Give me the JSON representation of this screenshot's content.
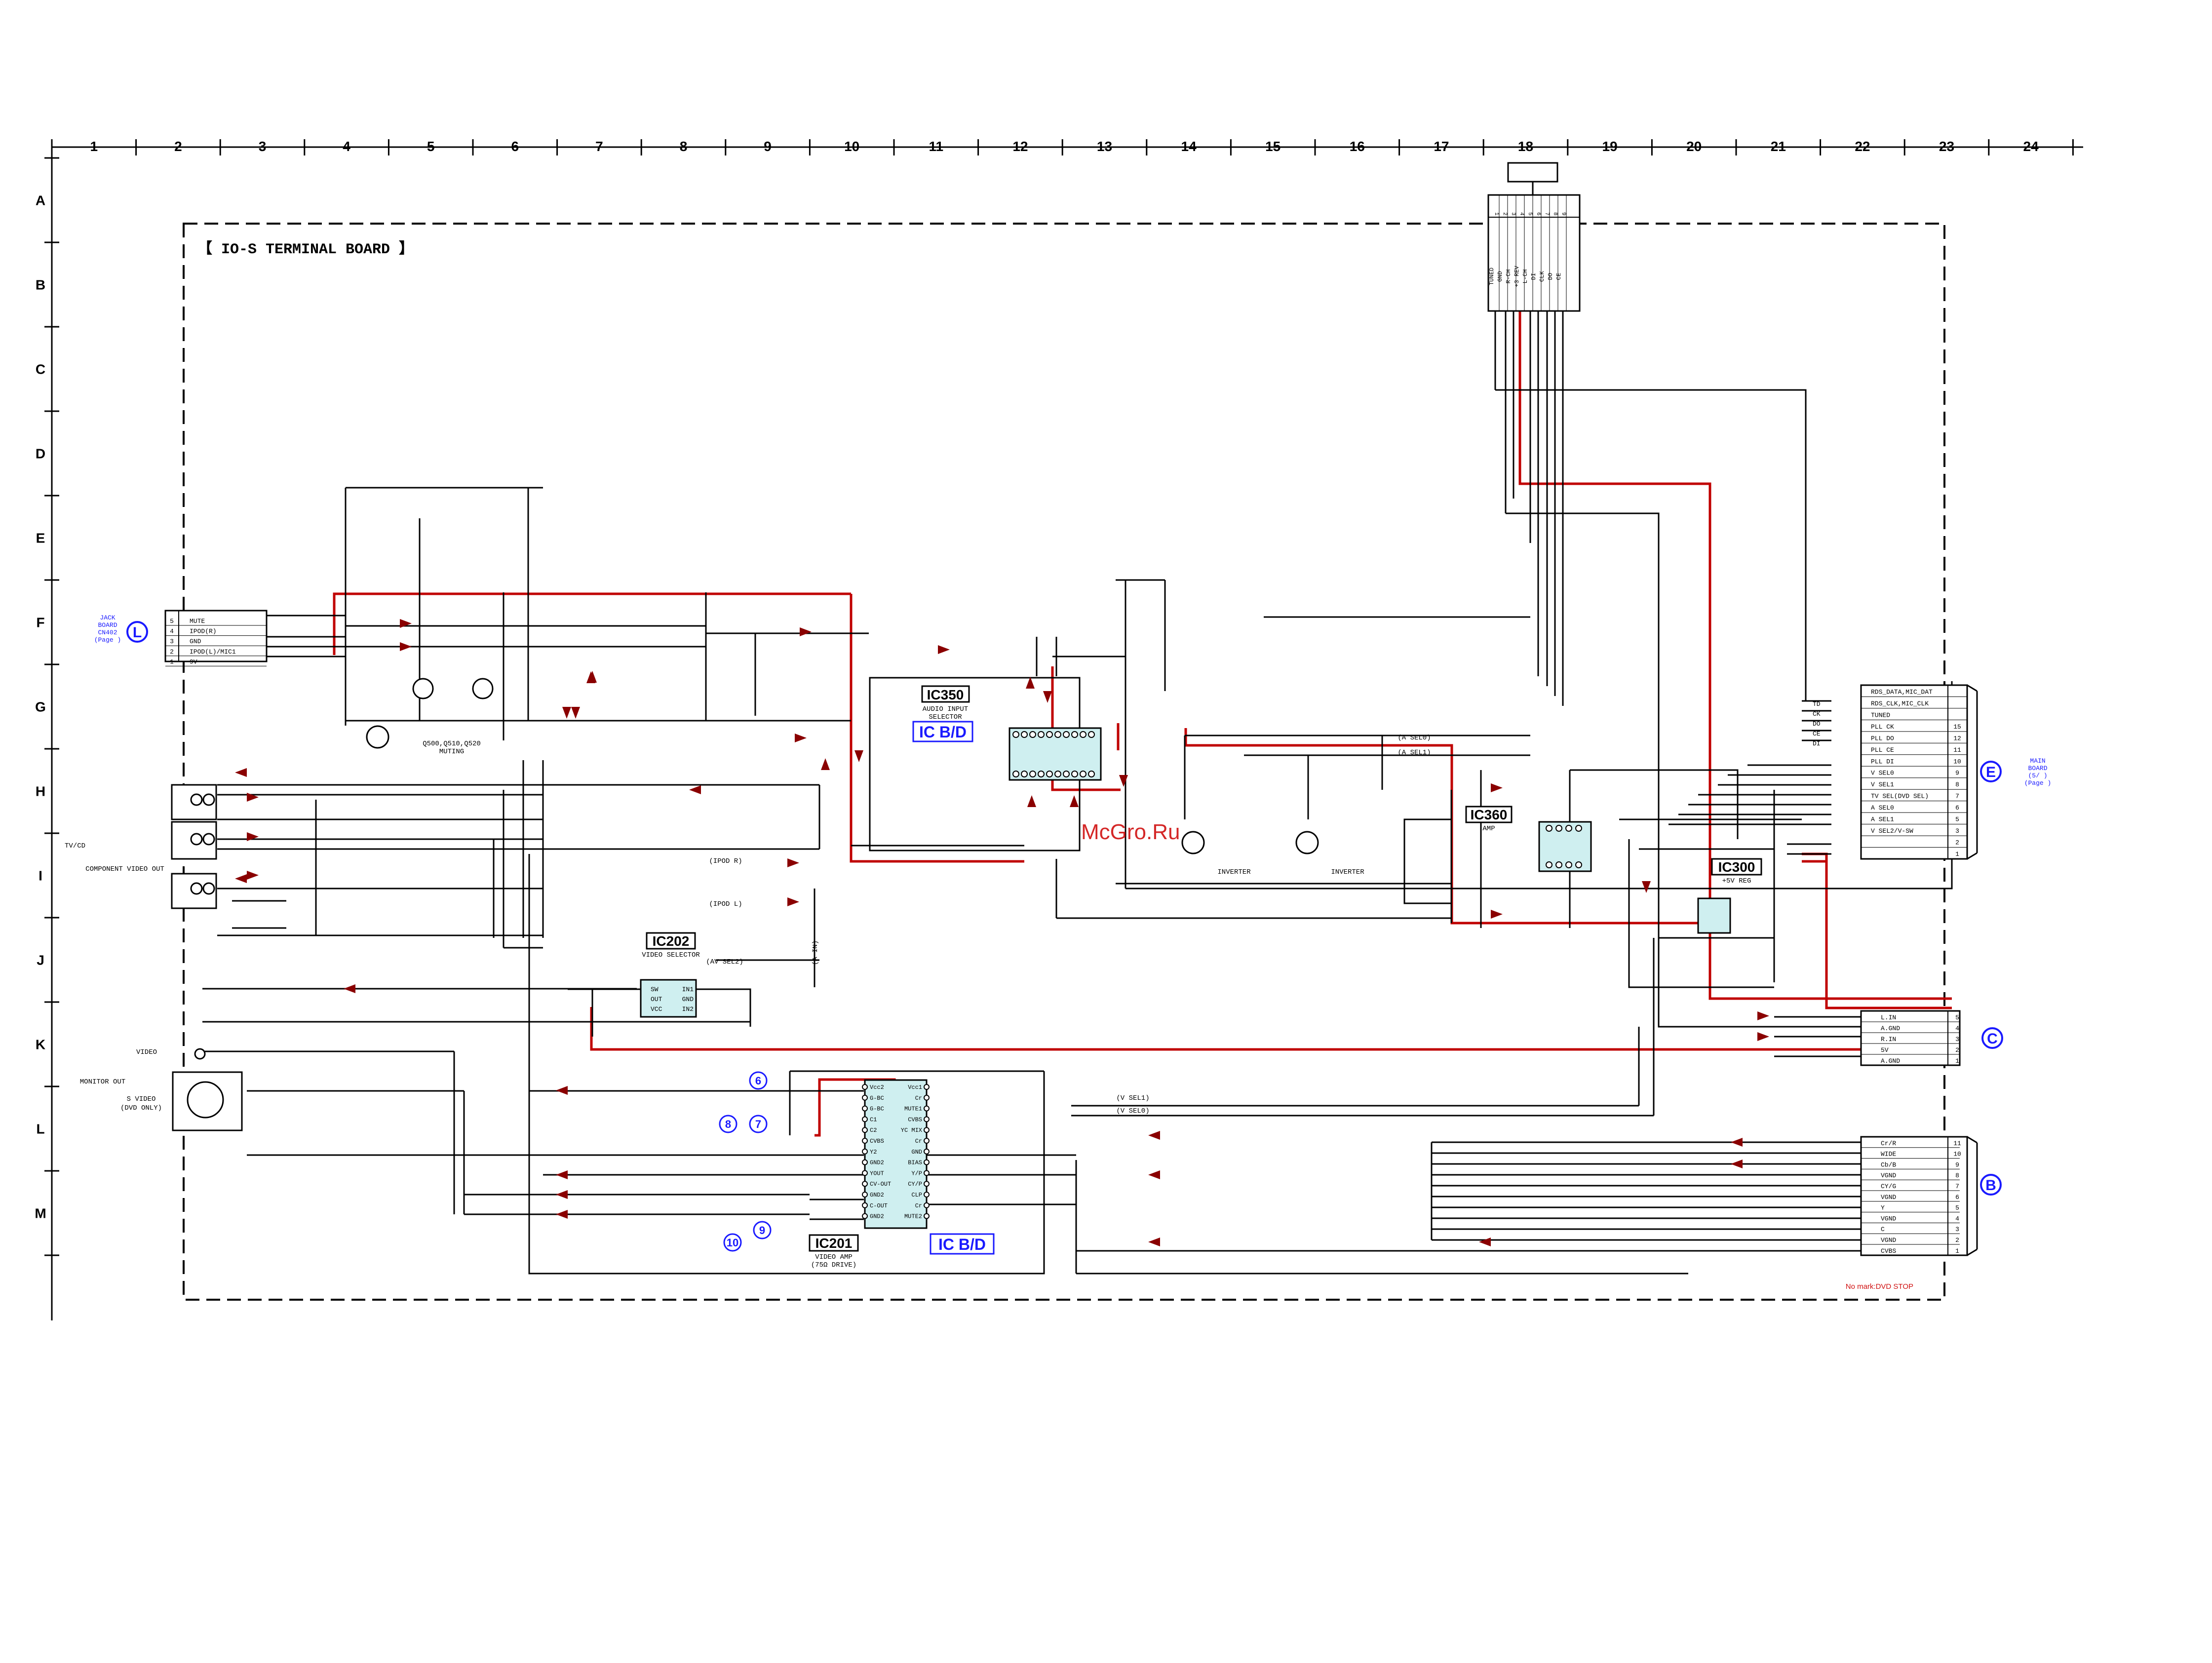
{
  "grid": {
    "columns": [
      "1",
      "2",
      "3",
      "4",
      "5",
      "6",
      "7",
      "8",
      "9",
      "10",
      "11",
      "12",
      "13",
      "14",
      "15",
      "16",
      "17",
      "18",
      "19",
      "20",
      "21",
      "22",
      "23",
      "24"
    ],
    "rows": [
      "A",
      "B",
      "C",
      "D",
      "E",
      "F",
      "G",
      "H",
      "I",
      "J",
      "K",
      "L",
      "M"
    ]
  },
  "board": {
    "title": "【 IO-S TERMINAL BOARD 】"
  },
  "top_connector": {
    "pins": [
      "1",
      "2",
      "3",
      "4",
      "5",
      "6",
      "7",
      "8",
      "9"
    ],
    "signals": [
      "TUNED",
      "GND",
      "R-CH",
      "+3 REV",
      "L-CH",
      "DI",
      "CLK",
      "DO",
      "CE"
    ]
  },
  "jack_board": {
    "letter": "L",
    "caption": [
      "JACK",
      "BOARD",
      "CN402",
      "(Page   )"
    ],
    "pins": [
      "5",
      "4",
      "3",
      "2",
      "1"
    ],
    "signals": [
      "MUTE",
      "IPOD(R)",
      "GND",
      "IPOD(L)/MIC1",
      "9V"
    ]
  },
  "main_board": {
    "letter": "E",
    "caption": [
      "MAIN",
      "BOARD",
      "(5/ )",
      "(Page   )"
    ],
    "signals": [
      "RDS_DATA,MIC_DAT",
      "RDS_CLK,MIC_CLK",
      "TUNED",
      "PLL CK",
      "PLL DO",
      "PLL CE",
      "PLL DI",
      "V SEL0",
      "V SEL1",
      "TV SEL(DVD SEL)",
      "A SEL0",
      "A SEL1",
      "V SEL2/V-SW",
      "",
      ""
    ],
    "pins": [
      "",
      "",
      "",
      "15",
      "12",
      "11",
      "10",
      "9",
      "8",
      "7",
      "6",
      "5",
      "3",
      "2",
      "1"
    ],
    "left_tags": [
      "TD",
      "CK",
      "DO",
      "CE",
      "DI"
    ]
  },
  "connector_c": {
    "letter": "C",
    "signals": [
      "L.IN",
      "A.GND",
      "R.IN",
      "5V",
      "A.GND"
    ],
    "pins": [
      "5",
      "4",
      "3",
      "2",
      "1"
    ]
  },
  "connector_b": {
    "letter": "B",
    "signals": [
      "Cr/R",
      "WIDE",
      "Cb/B",
      "VGND",
      "CY/G",
      "VGND",
      "Y",
      "VGND",
      "C",
      "VGND",
      "CVBS"
    ],
    "pins": [
      "11",
      "10",
      "9",
      "8",
      "7",
      "6",
      "5",
      "4",
      "3",
      "2",
      "1"
    ]
  },
  "ics": {
    "ic350": {
      "name": "IC350",
      "caption": [
        "AUDIO INPUT",
        "SELECTOR"
      ],
      "badge": "IC B/D"
    },
    "ic360": {
      "name": "IC360",
      "caption": "AMP"
    },
    "ic300": {
      "name": "IC300",
      "caption": "+5V REG"
    },
    "ic202": {
      "name": "IC202",
      "caption": "VIDEO SELECTOR",
      "pins_left": [
        "SW",
        "OUT",
        "VCC"
      ],
      "pins_right": [
        "IN1",
        "GND",
        "IN2"
      ]
    },
    "ic201": {
      "name": "IC201",
      "caption": [
        "VIDEO AMP",
        "(75Ω DRIVE)"
      ],
      "badge": "IC B/D",
      "pins_left": [
        "Vcc2",
        "G-BC",
        "G-BC",
        "C1",
        "C2",
        "CVBS",
        "Y2",
        "GND2",
        "YOUT",
        "CV-OUT",
        "GND2",
        "C-OUT",
        "GND2"
      ],
      "pins_right": [
        "Vcc1",
        "Cr",
        "MUTE1",
        "CVBS",
        "YC MIX",
        "Cr",
        "GND",
        "BIAS",
        "Y/P",
        "CY/P",
        "CLP",
        "Cr",
        "MUTE2"
      ]
    }
  },
  "transistors": {
    "muting_label": [
      "Q500,Q510,Q520",
      "MUTING"
    ],
    "inverter_label": "INVERTER"
  },
  "left_labels": {
    "tv_cd": "TV/CD",
    "component_video_out": "COMPONENT VIDEO OUT",
    "video": "VIDEO",
    "monitor_out": "MONITOR OUT",
    "s_video": [
      "S VIDEO",
      "(DVD ONLY)"
    ]
  },
  "signal_tags": {
    "ipod_r": "(IPOD R)",
    "ipod_l": "(IPOD L)",
    "a_sel0": "(A SEL0)",
    "a_sel1": "(A SEL1)",
    "av_sel2": "(AV SEL2)",
    "v_sel1": "(V SEL1)",
    "v_sel0": "(V SEL0)",
    "a_in": "(A IN)"
  },
  "markers": [
    "6",
    "7",
    "8",
    "9",
    "10"
  ],
  "note": "No mark:DVD STOP",
  "watermark": "McGro.Ru",
  "colors": {
    "wire": "#000000",
    "power_trace": "#c00000",
    "ic_fill": "#cfeff0",
    "link_blue": "#1a1aff"
  }
}
